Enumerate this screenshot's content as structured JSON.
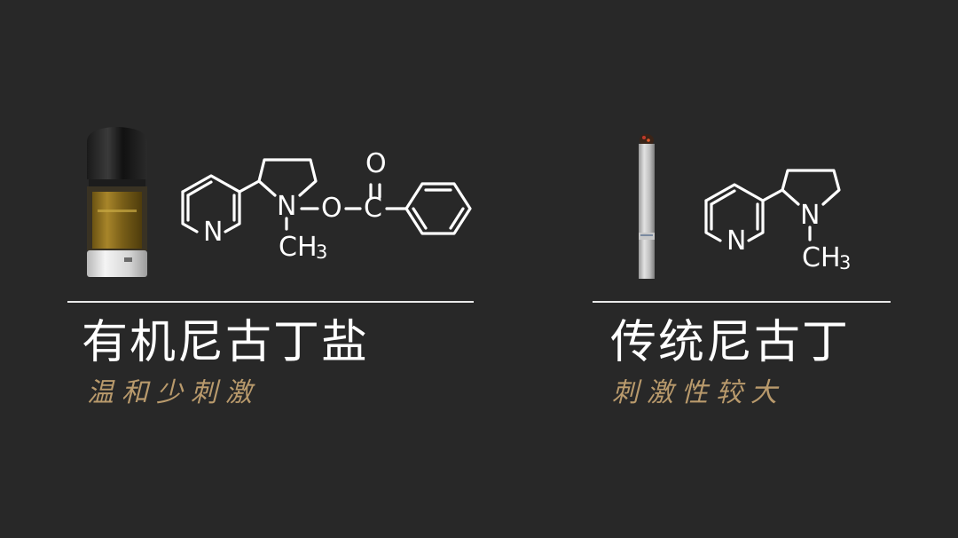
{
  "accent_color": "#b99a6c",
  "left": {
    "title": "有机尼古丁盐",
    "subtitle": "温和少刺激",
    "product": "e-cigarette-pod",
    "formula_atoms": {
      "n_ring": "N",
      "n_pyrrolidine": "N",
      "o_ester": "O",
      "o_carbonyl": "O",
      "c_carbonyl": "C",
      "methyl_c": "CH",
      "methyl_sub": "3"
    }
  },
  "right": {
    "title": "传统尼古丁",
    "subtitle": "刺激性较大",
    "product": "cigarette",
    "formula_atoms": {
      "n_ring": "N",
      "n_pyrrolidine": "N",
      "methyl_c": "CH",
      "methyl_sub": "3"
    }
  }
}
